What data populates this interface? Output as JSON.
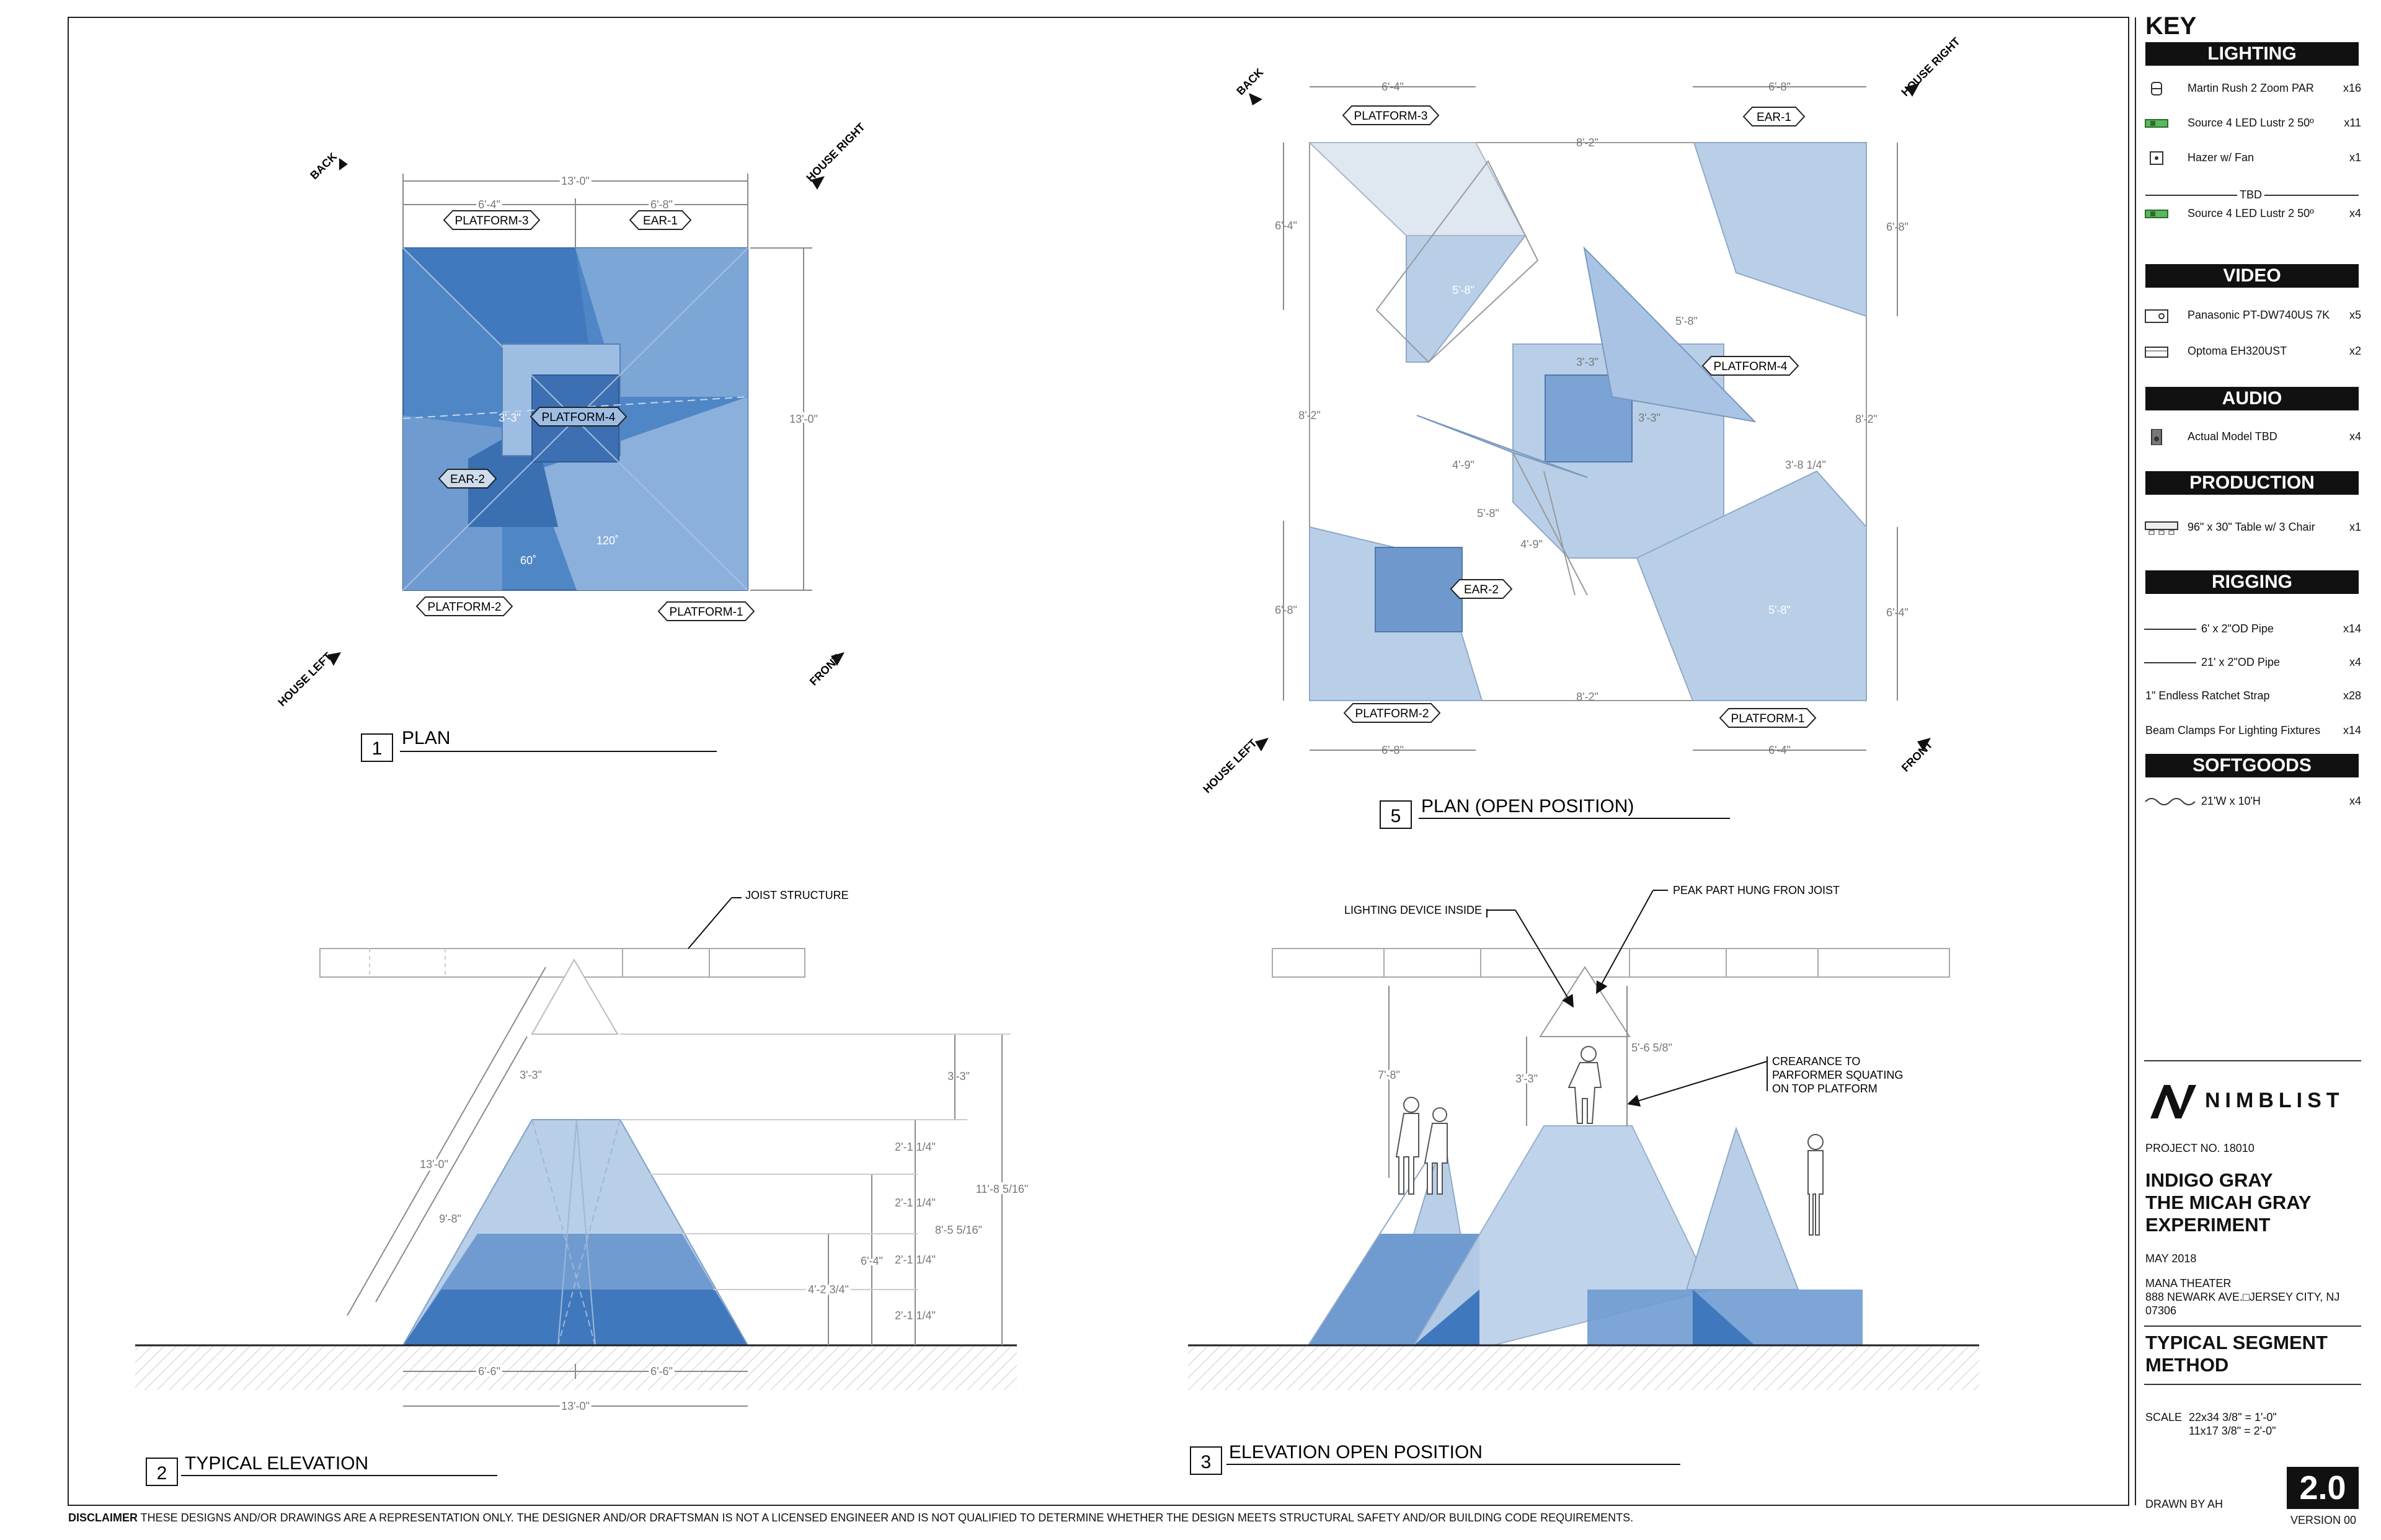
{
  "key": {
    "title": "KEY",
    "sections": [
      {
        "header": "LIGHTING",
        "items": [
          {
            "icon": "par-light-icon",
            "label": "Martin Rush 2 Zoom PAR",
            "qty": "x16"
          },
          {
            "icon": "led-fixture-icon",
            "label": "Source 4 LED Lustr 2 50º",
            "qty": "x11"
          },
          {
            "icon": "hazer-icon",
            "label": "Hazer w/ Fan",
            "qty": "x1"
          },
          {
            "icon": "led-fixture-icon",
            "label": "Source 4 LED Lustr 2 50º",
            "qty": "x4"
          }
        ],
        "tbd": "TBD"
      },
      {
        "header": "VIDEO",
        "items": [
          {
            "icon": "projector-icon",
            "label": "Panasonic PT-DW740US 7K",
            "qty": "x5"
          },
          {
            "icon": "projector-icon",
            "label": "Optoma EH320UST",
            "qty": "x2"
          }
        ]
      },
      {
        "header": "AUDIO",
        "items": [
          {
            "icon": "speaker-icon",
            "label": "Actual Model TBD",
            "qty": "x4"
          }
        ]
      },
      {
        "header": "PRODUCTION",
        "items": [
          {
            "icon": "table-icon",
            "label": "96\" x 30\" Table w/ 3 Chair",
            "qty": "x1"
          }
        ]
      },
      {
        "header": "RIGGING",
        "items": [
          {
            "icon": "pipe-icon",
            "label": "6' x 2\"OD Pipe",
            "qty": "x14"
          },
          {
            "icon": "pipe-icon",
            "label": "21' x 2\"OD Pipe",
            "qty": "x4"
          },
          {
            "icon": "",
            "label": "1\" Endless Ratchet Strap",
            "qty": "x28"
          },
          {
            "icon": "",
            "label": "Beam Clamps For Lighting Fixtures",
            "qty": "x14"
          }
        ]
      },
      {
        "header": "SOFTGOODS",
        "items": [
          {
            "icon": "drape-icon",
            "label": "21'W x 10'H",
            "qty": "x4"
          }
        ]
      }
    ]
  },
  "title_block": {
    "logo_text": "NIMBLIST",
    "project_no": "PROJECT NO. 18010",
    "project_title": [
      "INDIGO GRAY",
      "THE MICAH GRAY",
      "EXPERIMENT"
    ],
    "date": "MAY 2018",
    "venue": "MANA THEATER",
    "address": "888 NEWARK AVE.□JERSEY CITY, NJ",
    "zip": "07306",
    "sheet_title": [
      "TYPICAL SEGMENT",
      "METHOD"
    ],
    "scale_label": "SCALE",
    "scale_1": "22x34  3/8\" = 1'-0\"",
    "scale_2": "11x17  3/8\" = 2'-0\"",
    "drawn_by": "DRAWN BY AH",
    "sheet_number": "2.0",
    "version": "VERSION 00"
  },
  "disclaimer": {
    "lead": "DISCLAIMER",
    "text": " THESE DESIGNS AND/OR DRAWINGS ARE A REPRESENTATION ONLY. THE DESIGNER AND/OR DRAFTSMAN IS NOT A LICENSED ENGINEER AND IS NOT QUALIFIED TO DETERMINE WHETHER THE DESIGN MEETS STRUCTURAL SAFETY AND/OR BUILDING CODE REQUIREMENTS."
  },
  "views": {
    "plan": {
      "number": "1",
      "title": "PLAN",
      "dims": [
        "13'-0\"",
        "6'-4\"",
        "6'-8\"",
        "13'-0\"",
        "3'-3\"",
        "120˚",
        "60˚"
      ],
      "platforms": [
        "PLATFORM-3",
        "EAR-1",
        "PLATFORM-4",
        "EAR-2",
        "PLATFORM-2",
        "PLATFORM-1"
      ],
      "directions": [
        "BACK",
        "HOUSE RIGHT",
        "HOUSE LEFT",
        "FRONT"
      ]
    },
    "plan_open": {
      "number": "5",
      "title": "PLAN (OPEN POSITION)",
      "dims_top": [
        "6'-4\"",
        "6'-8\"",
        "8'-2\""
      ],
      "dims_left": [
        "6'-4\"",
        "8'-2\"",
        "6'-8\""
      ],
      "dims_right": [
        "6'-8\"",
        "8'-2\"",
        "6'-4\""
      ],
      "dims_bottom": [
        "6'-8\"",
        "6'-4\"",
        "8'-2\""
      ],
      "dims_inner": [
        "5'-8\"",
        "5'-8\"",
        "3'-3\"",
        "3'-3\"",
        "3'-8 1/4\"",
        "4'-9\"",
        "5'-8\"",
        "4'-9\"",
        "5'-8\""
      ],
      "platforms": [
        "PLATFORM-3",
        "EAR-1",
        "PLATFORM-4",
        "EAR-2",
        "PLATFORM-2",
        "PLATFORM-1"
      ],
      "directions": [
        "BACK",
        "HOUSE RIGHT",
        "HOUSE LEFT",
        "FRONT"
      ]
    },
    "elevation": {
      "number": "2",
      "title": "TYPICAL ELEVATION",
      "note": "JOIST STRUCTURE",
      "dims": [
        "3'-3\"",
        "2'-1 1/4\"",
        "2'-1 1/4\"",
        "2'-1 1/4\"",
        "2'-1 1/4\"",
        "11'-8 5/16\"",
        "8'-5 5/16\"",
        "6'-4\"",
        "4'-2 3/4\"",
        "13'-0\"",
        "9'-8\"",
        "3'-3\"",
        "6'-6\"",
        "6'-6\"",
        "13'-0\""
      ]
    },
    "elevation_open": {
      "number": "3",
      "title": "ELEVATION OPEN POSITION",
      "notes": [
        "LIGHTING DEVICE INSIDE",
        "PEAK PART HUNG FRON JOIST",
        "CREARANCE TO",
        "PARFORMER SQUATING",
        "ON  TOP PLATFORM"
      ],
      "dims": [
        "7'-8\"",
        "3'-3\"",
        "5'-6 5/8\""
      ]
    }
  },
  "colors": {
    "fill_dark": "#3f78bd",
    "fill_mid": "#6f9bd0",
    "fill_light": "#b9cfe8",
    "line": "#8a8a8a"
  }
}
